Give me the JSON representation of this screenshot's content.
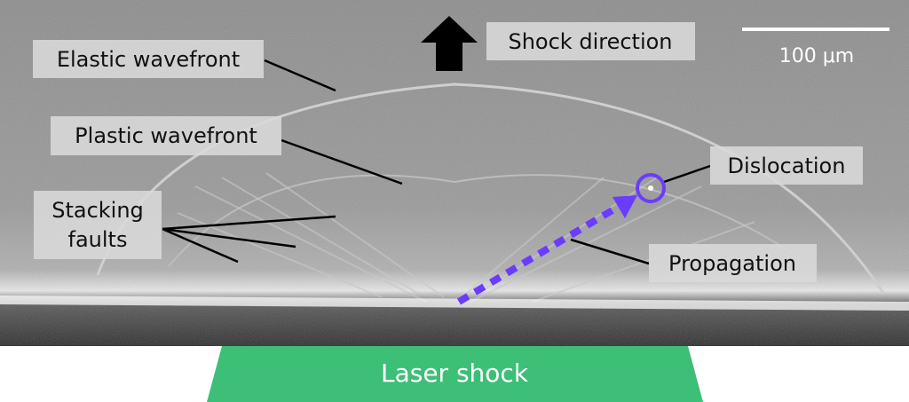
{
  "labels": {
    "elastic": "Elastic wavefront",
    "shock_direction": "Shock direction",
    "scale": "100 μm",
    "plastic": "Plastic wavefront",
    "stacking_1": "Stacking",
    "stacking_2": "faults",
    "dislocation": "Dislocation",
    "propagation": "Propagation",
    "laser": "Laser shock"
  },
  "colors": {
    "laser_green": "#3dbf78",
    "marker_purple": "#6a3cff"
  }
}
